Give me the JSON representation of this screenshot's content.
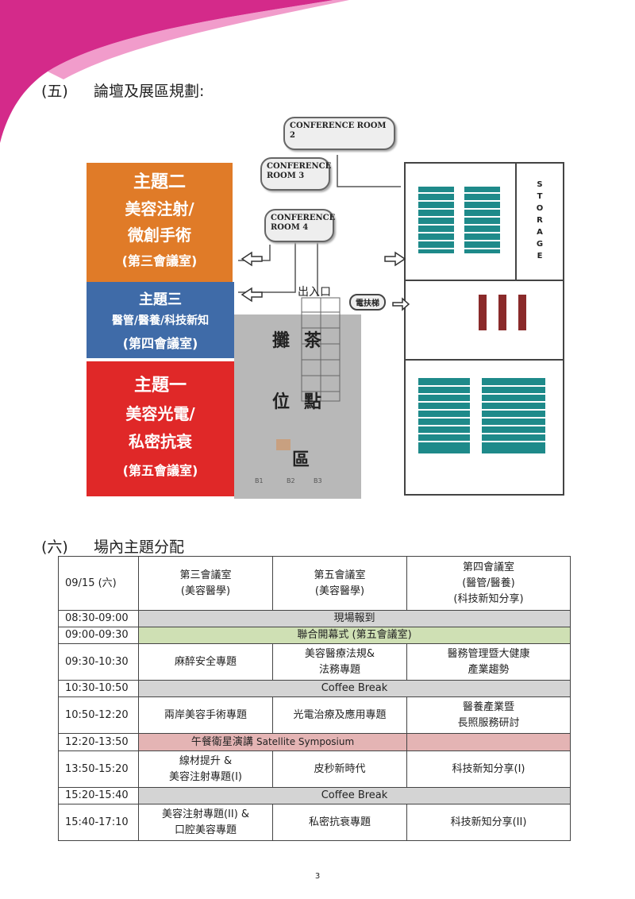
{
  "section5": {
    "num": "(五)",
    "title": "論壇及展區規劃:"
  },
  "floorplan": {
    "conference_room_2": [
      "CONFERENCE",
      "ROOM 2"
    ],
    "conference_room_3": [
      "CONFERENCE",
      "ROOM 3"
    ],
    "conference_room_4": [
      "CONFERENCE",
      "ROOM 4"
    ],
    "topic2": [
      "主題二",
      "美容注射/",
      "微創手術",
      "(第三會議室)"
    ],
    "topic3": [
      "主題三",
      "醫管/醫養/科技新知",
      "(第四會議室)"
    ],
    "topic1": [
      "主題一",
      "美容光電/",
      "私密抗衰",
      "(第五會議室)"
    ],
    "entrance": "出入口",
    "escalator": "電扶梯",
    "booth_area": [
      "攤",
      "茶",
      "位",
      "點",
      "區"
    ],
    "storage": [
      "S",
      "T",
      "O",
      "R",
      "A",
      "G",
      "E"
    ],
    "booths": [
      "B1",
      "B2",
      "B3"
    ],
    "colors": {
      "topic2": "#e07b28",
      "topic3": "#3f6ba8",
      "topic1": "#e02828",
      "booth": "#b8b8b8",
      "seat": "#1e8a8a"
    }
  },
  "section6": {
    "num": "(六)",
    "title": "場內主題分配"
  },
  "schedule": {
    "header": {
      "date": "09/15 (六)",
      "col1": [
        "第三會議室",
        "(美容醫學)"
      ],
      "col2": [
        "第五會議室",
        "(美容醫學)"
      ],
      "col3": [
        "第四會議室",
        "(醫管/醫養)",
        "(科技新知分享)"
      ]
    },
    "r1": {
      "time": "08:30-09:00",
      "text": "現場報到"
    },
    "r2": {
      "time": "09:00-09:30",
      "text": "聯合開幕式 (第五會議室)"
    },
    "r3": {
      "time": "09:30-10:30",
      "c1": "麻醉安全專題",
      "c2": [
        "美容醫療法規&",
        "法務專題"
      ],
      "c3": [
        "醫務管理暨大健康",
        "產業趨勢"
      ]
    },
    "r4": {
      "time": "10:30-10:50",
      "text": "Coffee Break"
    },
    "r5": {
      "time": "10:50-12:20",
      "c1": "兩岸美容手術專題",
      "c2": "光電治療及應用專題",
      "c3": [
        "醫養產業暨",
        "長照服務研討"
      ]
    },
    "r6": {
      "time": "12:20-13:50",
      "text_zh": "午餐衛星演講",
      "text_en": "Satellite Symposium"
    },
    "r7": {
      "time": "13:50-15:20",
      "c1": [
        "線材提升 &",
        "美容注射專題(I)"
      ],
      "c2": "皮秒新時代",
      "c3": "科技新知分享(I)"
    },
    "r8": {
      "time": "15:20-15:40",
      "text": "Coffee Break"
    },
    "r9": {
      "time": "15:40-17:10",
      "c1": [
        "美容注射專題(II) &",
        "口腔美容專題"
      ],
      "c2": "私密抗衰專題",
      "c3": "科技新知分享(II)"
    }
  },
  "page_number": "3"
}
